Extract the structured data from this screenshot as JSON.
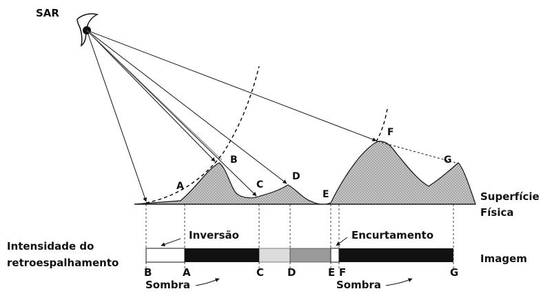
{
  "sensor": {
    "label": "SAR"
  },
  "surface": {
    "label_line1": "Superfície",
    "label_line2": "Física"
  },
  "points": {
    "A": "A",
    "B": "B",
    "C": "C",
    "D": "D",
    "E": "E",
    "F": "F",
    "G": "G"
  },
  "image_labels": {
    "inversion": "Inversão",
    "foreshortening": "Encurtamento",
    "intensity_line1": "Intensidade do",
    "intensity_line2": "retroespalhamento",
    "image": "Imagem",
    "shadow_left": "Sombra",
    "shadow_right": "Sombra"
  },
  "bottom_ticks": [
    "B",
    "A",
    "C",
    "D",
    "E",
    "F",
    "G"
  ],
  "colors": {
    "terrain_fill": "#b8b8b8",
    "band_black": "#111111",
    "band_light": "#dcdcdc",
    "band_mid": "#9a9a9a",
    "band_white": "#ffffff"
  }
}
